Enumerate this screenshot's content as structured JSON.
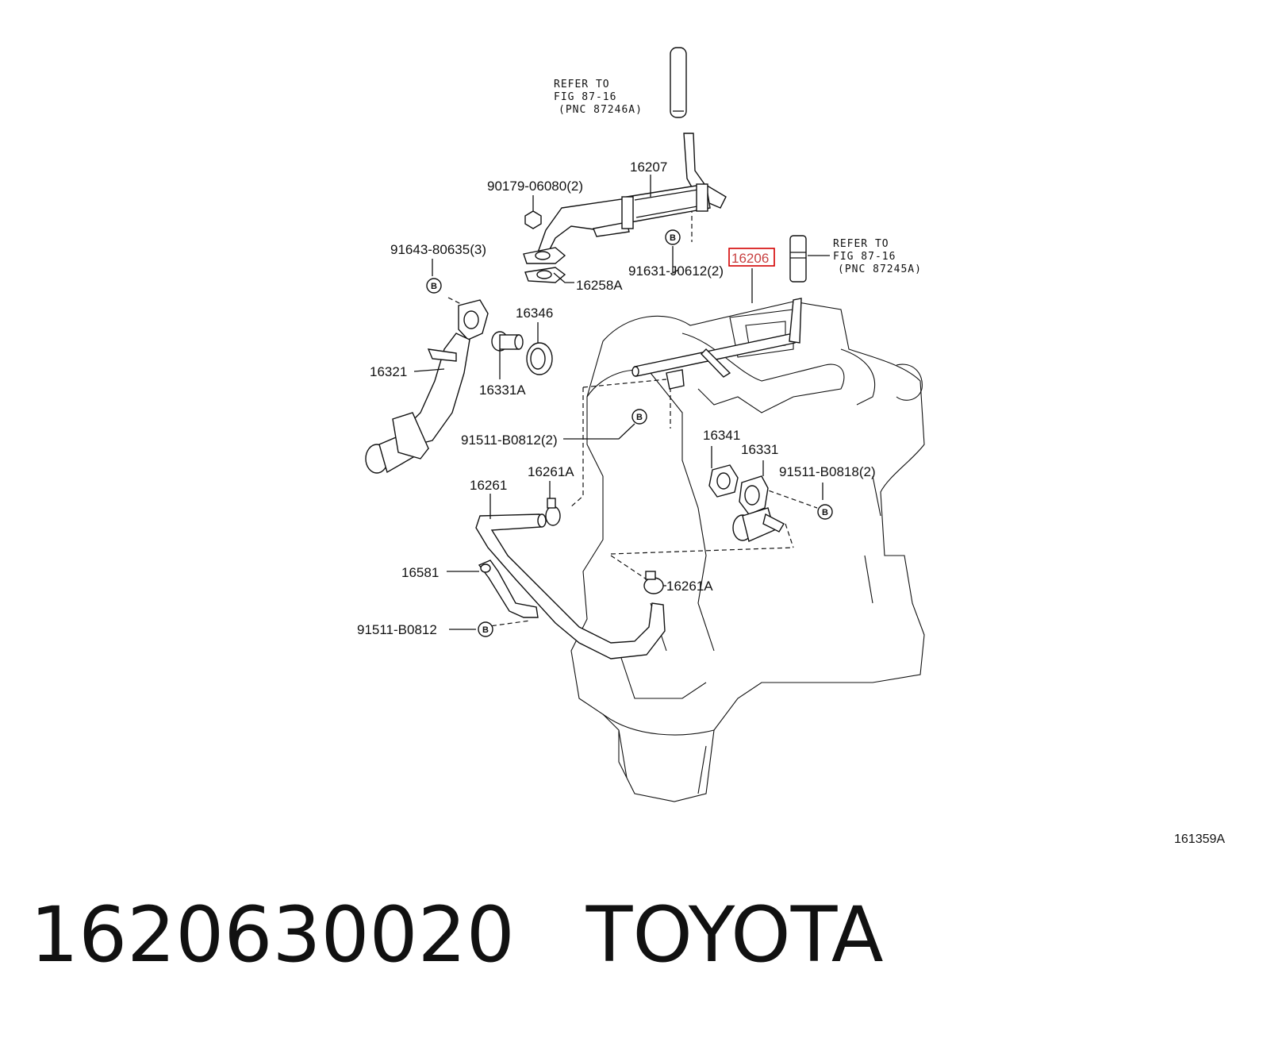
{
  "labels": {
    "p16207": "16207",
    "p90179": "90179-06080(2)",
    "p91643": "91643-80635(3)",
    "p91631": "91631-J0612(2)",
    "p16206": "16206",
    "p16258A": "16258A",
    "p16346": "16346",
    "p16321": "16321",
    "p16331A": "16331A",
    "p91511a": "91511-B0812(2)",
    "p16341": "16341",
    "p16331": "16331",
    "p91511b": "91511-B0818(2)",
    "p16261A_top": "16261A",
    "p16261": "16261",
    "p16581": "16581",
    "p16261A_bot": "16261A",
    "p91511c": "91511-B0812",
    "fig_code": "161359A"
  },
  "refs": {
    "top": [
      "REFER TO",
      "FIG 87-16",
      "(PNC 87246A)"
    ],
    "right": [
      "REFER TO",
      "FIG 87-16",
      "(PNC 87245A)"
    ]
  },
  "badge": "B",
  "highlight_color": "#d40000",
  "footer": {
    "part_number": "1620630020",
    "brand": "TOYOTA"
  }
}
